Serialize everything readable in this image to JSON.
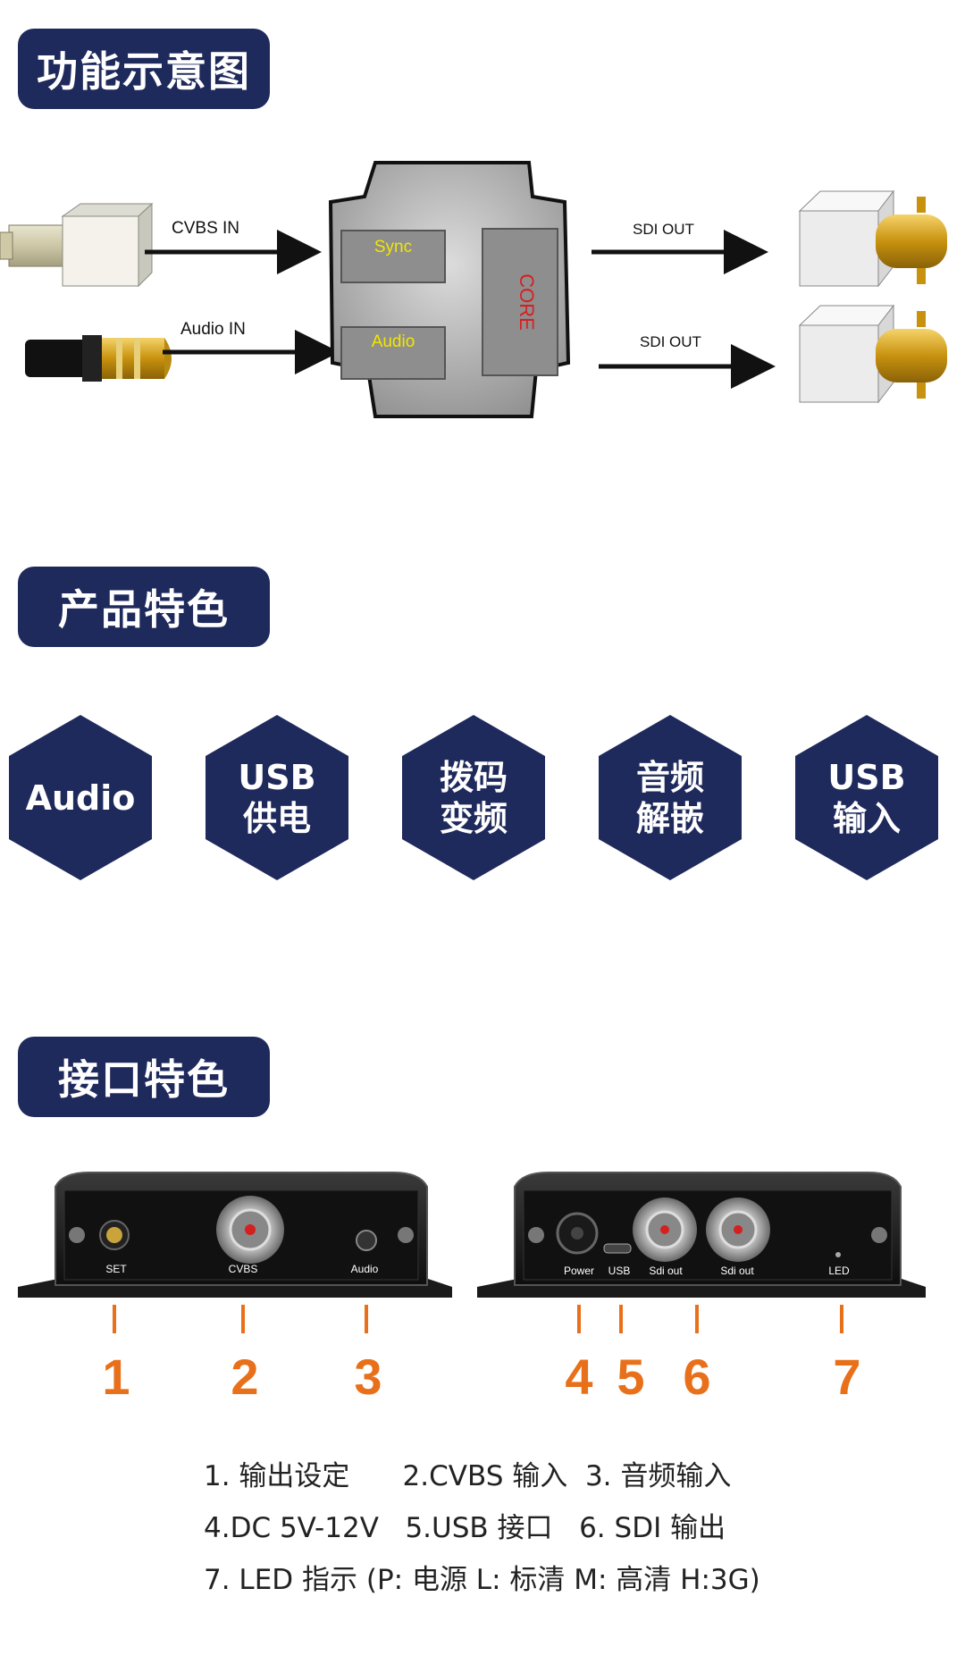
{
  "sections": {
    "function_diagram": "功能示意图",
    "features": "产品特色",
    "interfaces": "接口特色"
  },
  "diagram": {
    "cvbs_in": "CVBS IN",
    "audio_in": "Audio IN",
    "sdi_out_1": "SDI OUT",
    "sdi_out_2": "SDI OUT",
    "sync": "Sync",
    "audio": "Audio",
    "core": "CORE"
  },
  "features": [
    {
      "label": "Audio"
    },
    {
      "label": "USB\n供电"
    },
    {
      "label": "拨码\n变频"
    },
    {
      "label": "音频\n解嵌"
    },
    {
      "label": "USB\n输入"
    }
  ],
  "ports": {
    "left_labels": {
      "set": "SET",
      "cvbs": "CVBS",
      "audio": "Audio"
    },
    "right_labels": {
      "power": "Power",
      "usb": "USB",
      "sdi1": "Sdi out",
      "sdi2": "Sdi out",
      "led": "LED"
    },
    "numbers": [
      "1",
      "2",
      "3",
      "4",
      "5",
      "6",
      "7"
    ]
  },
  "descriptions": [
    "1. 输出设定      2.CVBS 输入  3. 音频输入",
    "4.DC 5V-12V   5.USB 接口   6. SDI 输出",
    "7. LED 指示 (P: 电源 L: 标清 M: 高清 H:3G)"
  ],
  "colors": {
    "navy": "#1f2a5c",
    "orange": "#e8701a",
    "gold": "#d4a017",
    "yellow_text": "#f2e600",
    "core_red": "#d42020"
  }
}
